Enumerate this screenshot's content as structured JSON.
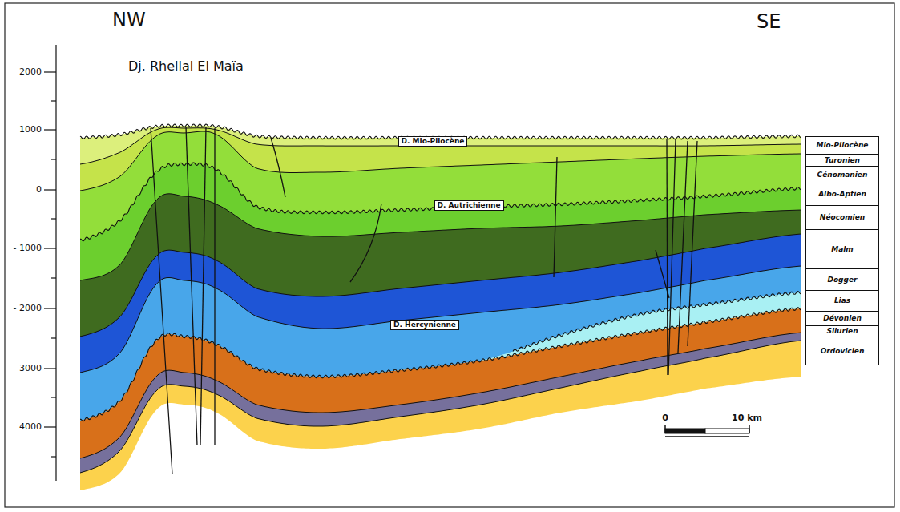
{
  "diagram": {
    "nodes": [
      {
        "text": [
          "D. Mio-Pliocène"
        ]
      },
      {
        "text": [
          "D. Autrichienne"
        ]
      },
      {
        "text": [
          "D. Hercynienne"
        ]
      },
      {
        "text": [
          "Mio-Pliocène"
        ]
      },
      {
        "text": [
          "Turonien"
        ]
      },
      {
        "text": [
          "Cénomanien"
        ]
      },
      {
        "text": [
          "Albo-Aptien"
        ]
      },
      {
        "text": [
          "Néocomien"
        ]
      },
      {
        "text": [
          "Malm"
        ]
      },
      {
        "text": [
          "Dogger"
        ]
      },
      {
        "text": [
          "Lias"
        ]
      },
      {
        "text": [
          "Dévonien"
        ]
      },
      {
        "text": [
          "Silurien"
        ]
      },
      {
        "text": [
          "Ordovicien"
        ]
      }
    ],
    "labels": [
      "NW",
      "SE",
      "Dj. Rhellal El Maïa",
      "2000",
      "1000",
      "0",
      "- 1000",
      "- 2000",
      "- 3000",
      "4000",
      "0",
      "10 km"
    ]
  }
}
